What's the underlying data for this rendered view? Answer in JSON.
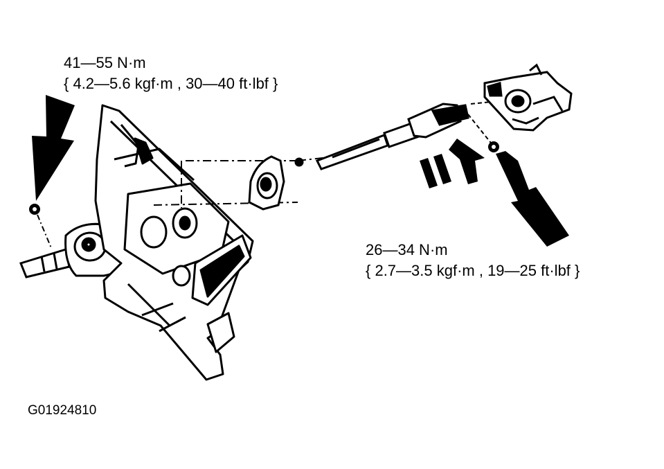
{
  "torque_upper_left": {
    "line1": "41—55 N·m",
    "line2": "{ 4.2—5.6 kgf·m , 30—40 ft·lbf }"
  },
  "torque_lower_right": {
    "line1": "26—34 N·m",
    "line2": "{ 2.7—3.5 kgf·m , 19—25 ft·lbf }"
  },
  "figure_id": "G01924810",
  "colors": {
    "ink": "#000000",
    "paper": "#ffffff"
  }
}
